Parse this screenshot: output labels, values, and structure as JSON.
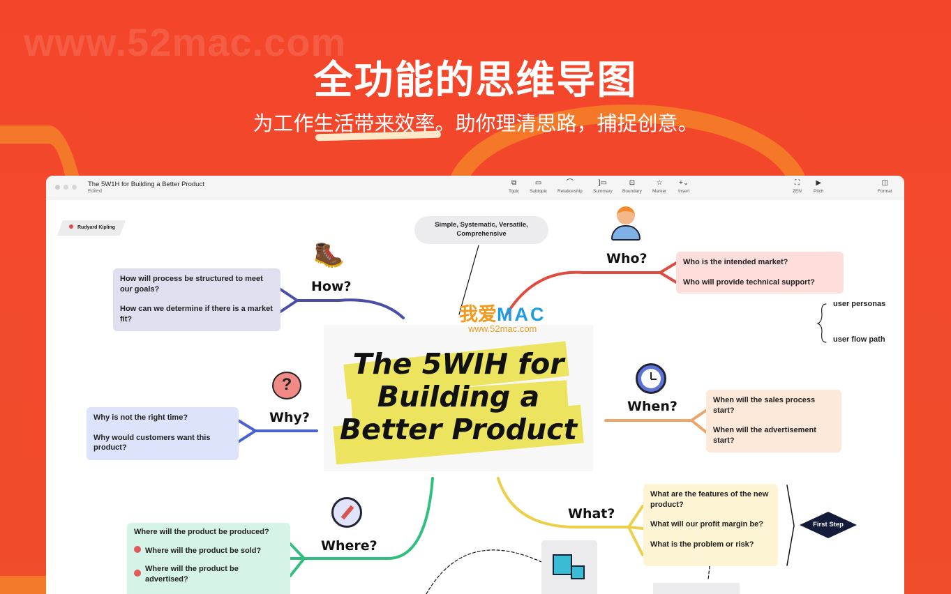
{
  "watermark": "www.52mac.com",
  "headline": {
    "highlight": "全功能",
    "rest": "的思维导图",
    "subtitle": "为工作生活带来效率。助你理清思路，捕捉创意。"
  },
  "window": {
    "title": "The 5W1H for Building a Better Product",
    "status": "Edited"
  },
  "toolbar": [
    {
      "label": "Topic",
      "icon": "topic-icon"
    },
    {
      "label": "Subtopic",
      "icon": "subtopic-icon"
    },
    {
      "label": "Relationship",
      "icon": "relationship-icon"
    },
    {
      "label": "Summary",
      "icon": "summary-icon"
    },
    {
      "label": "Boundary",
      "icon": "boundary-icon"
    },
    {
      "label": "Marker",
      "icon": "star-icon"
    },
    {
      "label": "Insert",
      "icon": "plus-icon"
    },
    {
      "label": "ZEN",
      "icon": "zen-icon"
    },
    {
      "label": "Pitch",
      "icon": "play-icon"
    },
    {
      "label": "Format",
      "icon": "panel-icon"
    }
  ],
  "map": {
    "author": "Rudyard Kipling",
    "callout": "Simple,  Systematic, Versatile, Comprehensive",
    "central": "The 5WIH for Building a Better Product",
    "logo": {
      "cn": "我爱",
      "en": "MAC",
      "url": "www.52mac.com"
    },
    "who": {
      "label": "Who?",
      "items": [
        "Who is the intended market?",
        "Who will provide technical support?"
      ],
      "summary": [
        "user personas",
        "user flow path"
      ],
      "color": "#e04a3f"
    },
    "how": {
      "label": "How?",
      "items": [
        "How will process be structured to meet our goals?",
        "How can we determine if there is a market fit?"
      ],
      "color": "#4a4ea8"
    },
    "why": {
      "label": "Why?",
      "items": [
        "Why is not the right time?",
        "Why would customers want this product?"
      ],
      "color": "#4a62cf"
    },
    "when": {
      "label": "When?",
      "items": [
        "When will the sales process start?",
        "When will the advertisement start?"
      ],
      "color": "#eba56a"
    },
    "what": {
      "label": "What?",
      "items": [
        "What are the features of the new product?",
        "What will our profit margin be?",
        "What is the problem or risk?"
      ],
      "next": "First Step",
      "color": "#ecd04a"
    },
    "where": {
      "label": "Where?",
      "items": [
        "Where will the product be produced?",
        "Where will the product be sold?",
        "Where will the product be advertised?"
      ],
      "color": "#2fbf7f"
    }
  }
}
